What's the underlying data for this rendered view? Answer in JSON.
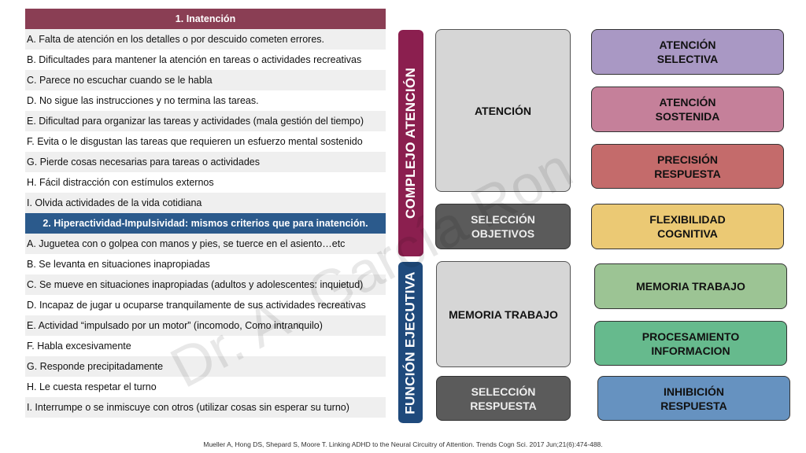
{
  "table": {
    "section1": {
      "title": "1. Inatención",
      "color": "#8a3e54",
      "items": [
        "A.    Falta de atención en los detalles o por descuido cometen errores.",
        "B. Dificultades para mantener la atención en tareas o actividades recreativas",
        "C. Parece no escuchar cuando se le habla",
        "D. No sigue las instrucciones y no termina las tareas.",
        "E. Dificultad para organizar las tareas y actividades (mala gestión del tiempo)",
        "F. Evita o le disgustan las tareas que requieren un esfuerzo mental sostenido",
        "G. Pierde cosas necesarias para tareas o actividades",
        "H. Fácil distracción con estímulos externos",
        "I. Olvida actividades de la vida cotidiana"
      ]
    },
    "section2": {
      "title": "2. Hiperactividad-Impulsividad: mismos criterios que para inatención.",
      "color": "#2b5a8c",
      "items": [
        "A. Juguetea con o golpea con manos y pies, se tuerce en el asiento…etc",
        "B. Se levanta en situaciones inapropiadas",
        "C. Se mueve en situaciones inapropiadas (adultos y adolescentes: inquietud)",
        "D. Incapaz de jugar u ocuparse tranquilamente de sus actividades recreativas",
        "E. Actividad “impulsado por un motor” (incomodo, Como intranquilo)",
        "F. Habla excesivamente",
        "G. Responde precipitadamente",
        "H. Le cuesta respetar el turno",
        "I. Interrumpe o se inmiscuye con otros (utilizar cosas sin esperar su turno)"
      ]
    }
  },
  "diagram": {
    "bars": [
      {
        "label": "COMPLEJO ATENCIÓN",
        "color": "#8b1f4f"
      },
      {
        "label": "FUNCIÓN EJECUTIVA",
        "color": "#1f4a7c"
      }
    ],
    "middle": [
      "ATENCIÓN",
      "SELECCIÓN OBJETIVOS",
      "MEMORIA TRABAJO",
      "SELECCIÓN RESPUESTA"
    ],
    "right": [
      {
        "label": "ATENCIÓN SELECTIVA",
        "color": "#a998c4"
      },
      {
        "label": "ATENCIÓN SOSTENIDA",
        "color": "#c5809a"
      },
      {
        "label": "PRECISIÓN RESPUESTA",
        "color": "#c46b6b"
      },
      {
        "label": "FLEXIBILIDAD COGNITIVA",
        "color": "#ebc974"
      },
      {
        "label": "MEMORIA TRABAJO",
        "color": "#9cc494"
      },
      {
        "label": "PROCESAMIENTO INFORMACION",
        "color": "#66ba8d"
      },
      {
        "label": "INHIBICIÓN RESPUESTA",
        "color": "#6692c0"
      }
    ]
  },
  "watermark": "Dr. A. García Ron",
  "citation": "Mueller A, Hong DS, Shepard S, Moore T. Linking ADHD to the Neural Circuitry of Attention. Trends Cogn Sci. 2017 Jun;21(6):474-488."
}
